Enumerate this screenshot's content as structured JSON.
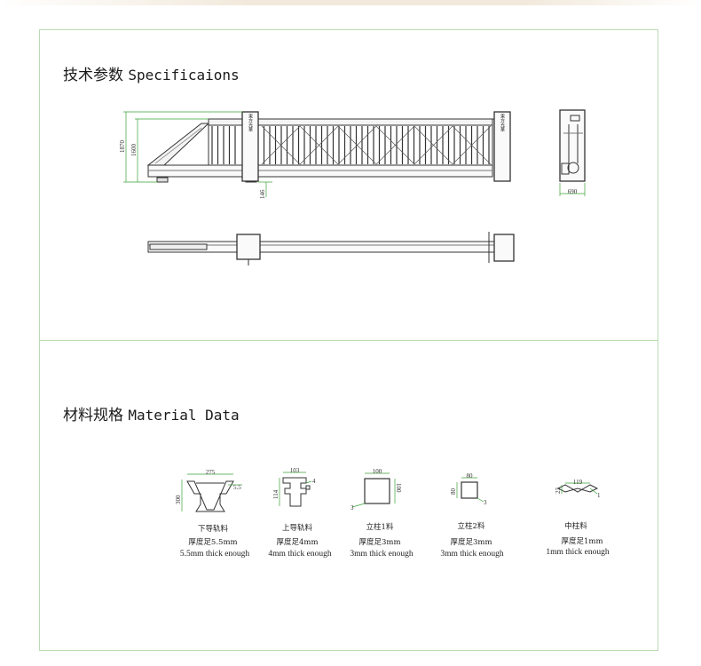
{
  "spec_section": {
    "title_cn": "技术参数",
    "title_en": "Specificaions",
    "dims": {
      "overall_height": "1870",
      "gate_height": "1600",
      "ground_clearance": "146",
      "post_width": "690"
    },
    "post_sign_text": "東方光華"
  },
  "material_section": {
    "title_cn": "材料规格",
    "title_en": "Material Data",
    "items": [
      {
        "name_cn": "下导轨料",
        "thick_cn": "厚度足5.5mm",
        "thick_en": "5.5mm thick enough",
        "dim_a": "275",
        "dim_b": "300",
        "dim_c": "5.5"
      },
      {
        "name_cn": "上导轨料",
        "thick_cn": "厚度足4mm",
        "thick_en": "4mm thick enough",
        "dim_a": "103",
        "dim_b": "114",
        "dim_c": "4"
      },
      {
        "name_cn": "立柱1料",
        "thick_cn": "厚度足3mm",
        "thick_en": "3mm thick enough",
        "dim_a": "100",
        "dim_b": "100",
        "dim_c": "3"
      },
      {
        "name_cn": "立柱2料",
        "thick_cn": "厚度足3mm",
        "thick_en": "3mm thick enough",
        "dim_a": "80",
        "dim_b": "80",
        "dim_c": "3"
      },
      {
        "name_cn": "中柱料",
        "thick_cn": "厚度足1mm",
        "thick_en": "1mm thick enough",
        "dim_a": "119",
        "dim_b": "23",
        "dim_c": "1"
      }
    ]
  },
  "colors": {
    "panel_border": "#b9dcb2",
    "dimension_line": "#3aa335",
    "drawing_line": "#333333"
  }
}
